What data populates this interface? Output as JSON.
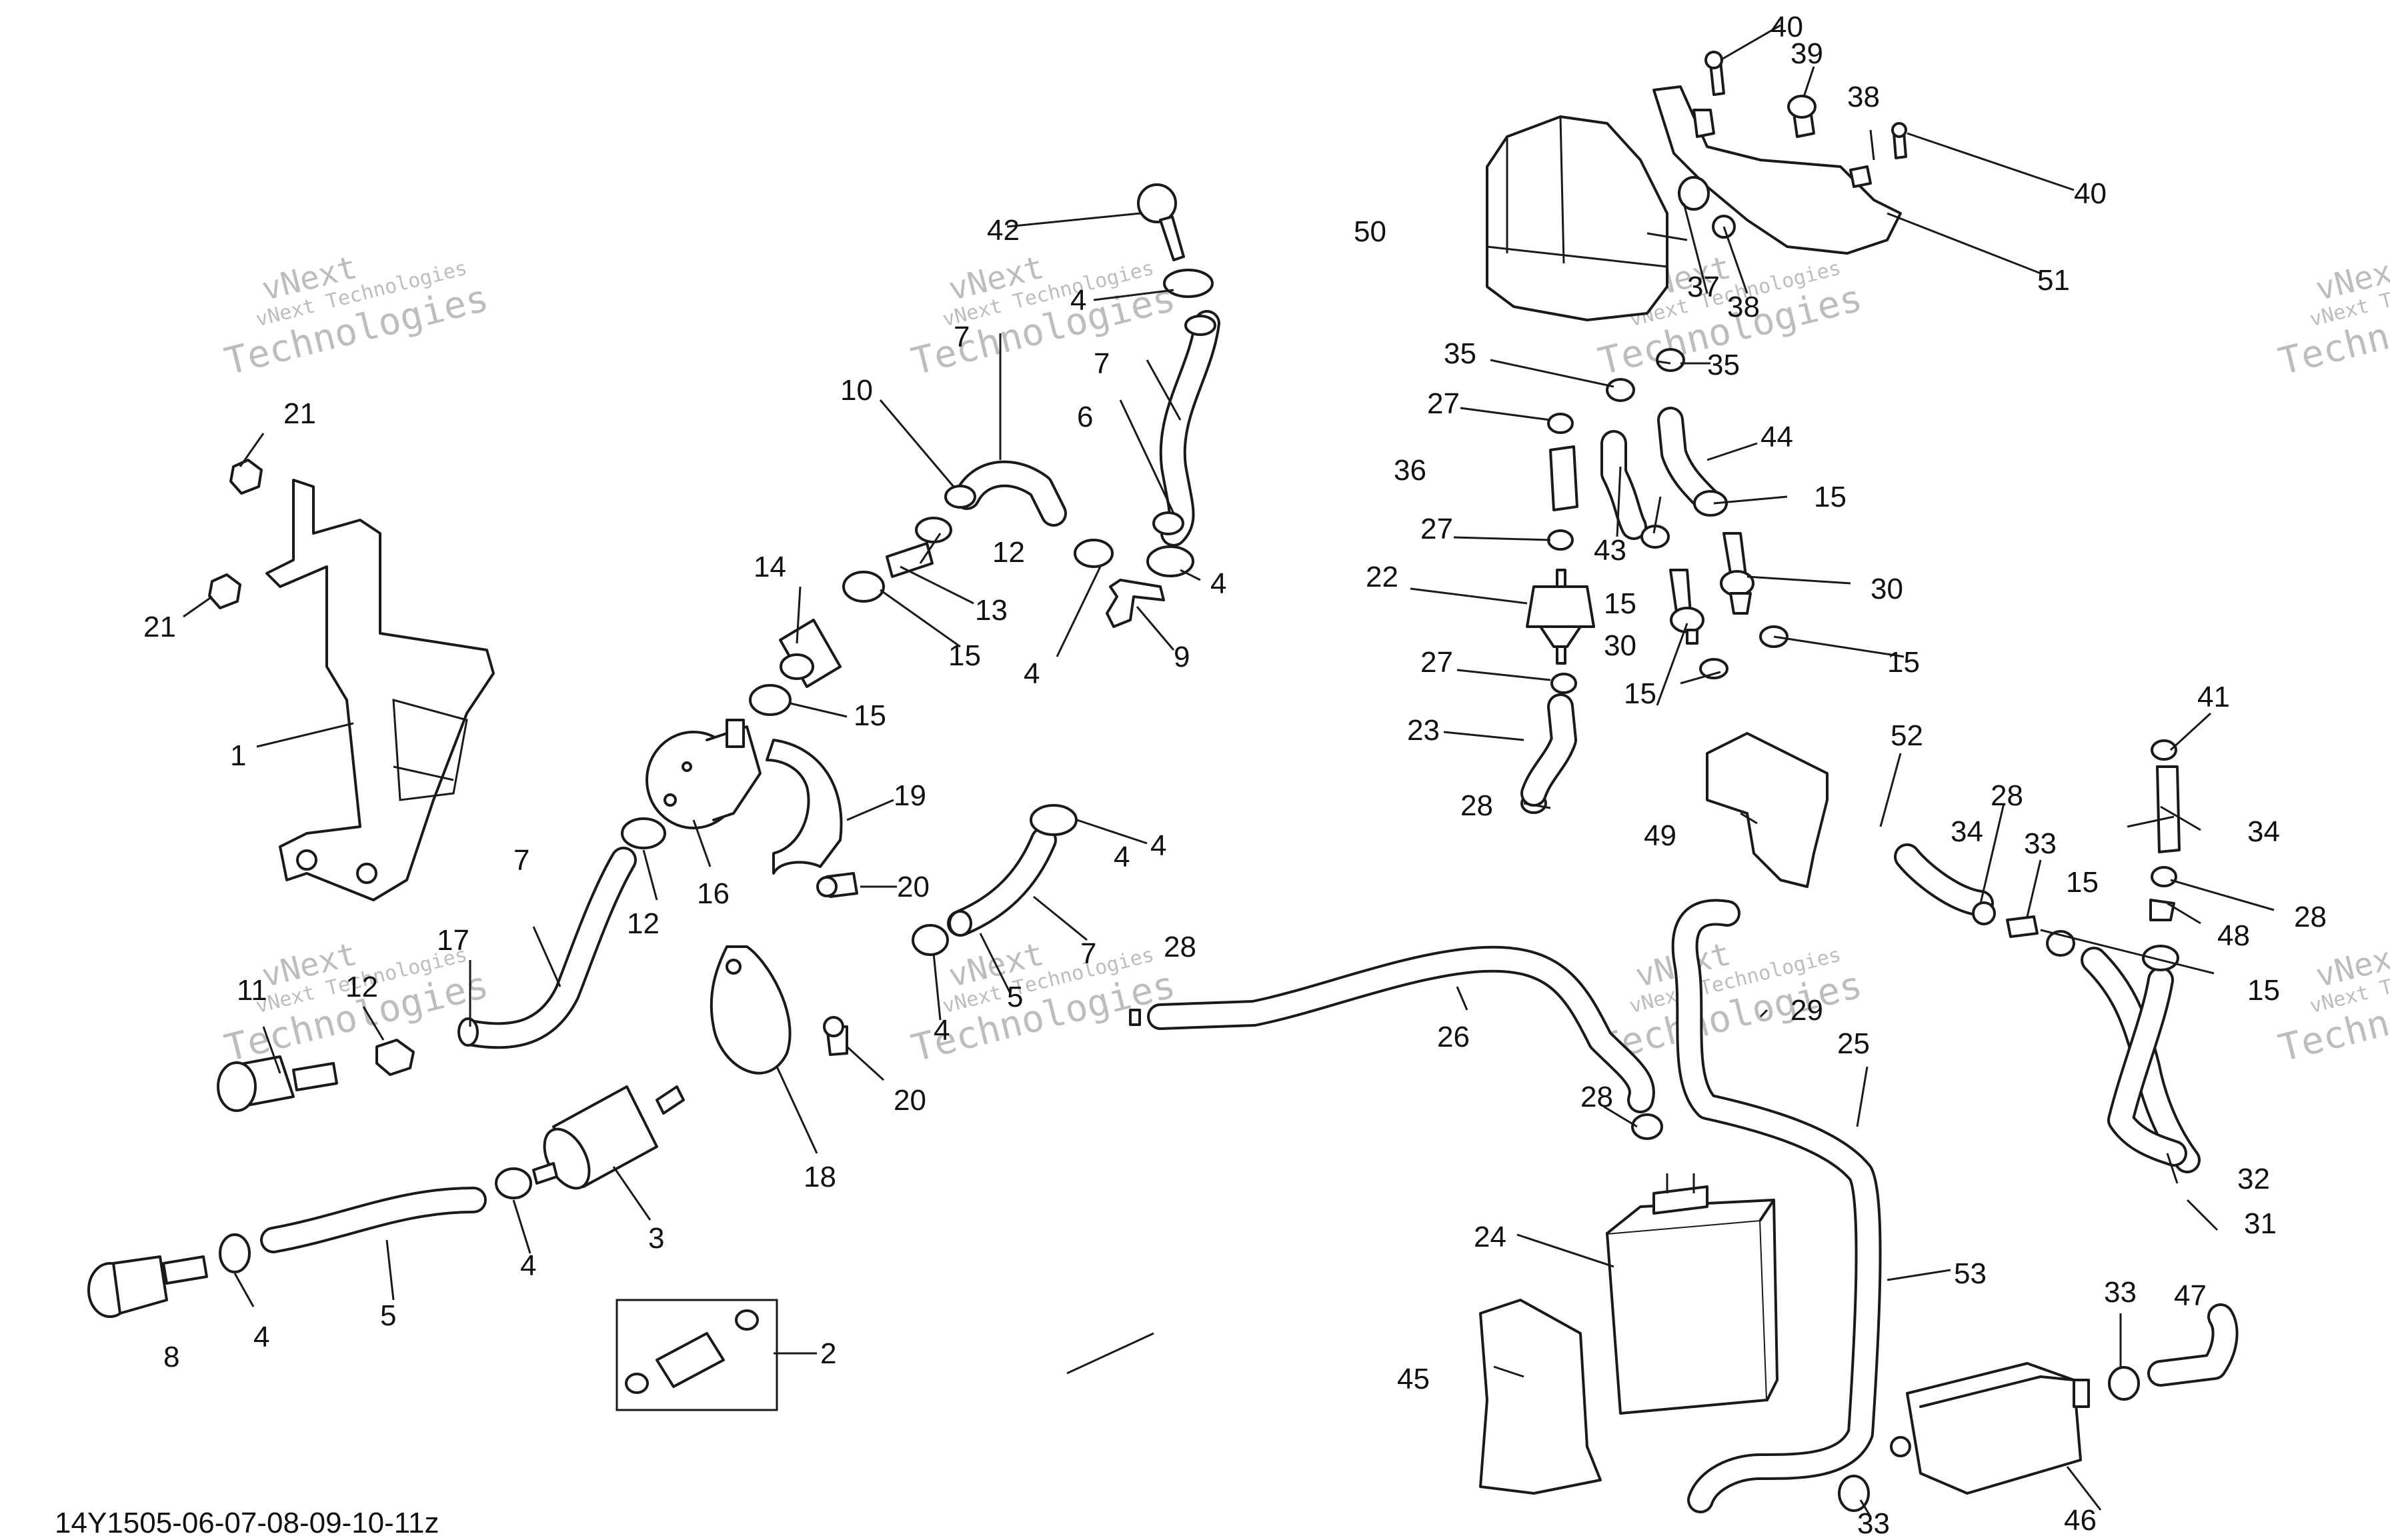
{
  "document": {
    "code": "14Y1505-06-07-08-09-10-11z"
  },
  "watermark": {
    "line1": "vNext",
    "line2": "vNext Technologies",
    "line3": "Technologies"
  },
  "callouts": [
    {
      "id": "c1",
      "text": "1"
    },
    {
      "id": "c2",
      "text": "2"
    },
    {
      "id": "c3",
      "text": "3"
    },
    {
      "id": "c4a",
      "text": "4"
    },
    {
      "id": "c4b",
      "text": "4"
    },
    {
      "id": "c4c",
      "text": "4"
    },
    {
      "id": "c4d",
      "text": "4"
    },
    {
      "id": "c4e",
      "text": "4"
    },
    {
      "id": "c4f",
      "text": "4"
    },
    {
      "id": "c4g",
      "text": "4"
    },
    {
      "id": "c4h",
      "text": "4"
    },
    {
      "id": "c5a",
      "text": "5"
    },
    {
      "id": "c5b",
      "text": "5"
    },
    {
      "id": "c6",
      "text": "6"
    },
    {
      "id": "c7a",
      "text": "7"
    },
    {
      "id": "c7b",
      "text": "7"
    },
    {
      "id": "c7c",
      "text": "7"
    },
    {
      "id": "c7d",
      "text": "7"
    },
    {
      "id": "c8",
      "text": "8"
    },
    {
      "id": "c9",
      "text": "9"
    },
    {
      "id": "c10",
      "text": "10"
    },
    {
      "id": "c11",
      "text": "11"
    },
    {
      "id": "c12a",
      "text": "12"
    },
    {
      "id": "c12b",
      "text": "12"
    },
    {
      "id": "c12c",
      "text": "12"
    },
    {
      "id": "c13",
      "text": "13"
    },
    {
      "id": "c14",
      "text": "14"
    },
    {
      "id": "c15a",
      "text": "15"
    },
    {
      "id": "c15b",
      "text": "15"
    },
    {
      "id": "c15c",
      "text": "15"
    },
    {
      "id": "c15d",
      "text": "15"
    },
    {
      "id": "c15e",
      "text": "15"
    },
    {
      "id": "c15f",
      "text": "15"
    },
    {
      "id": "c15g",
      "text": "15"
    },
    {
      "id": "c15h",
      "text": "15"
    },
    {
      "id": "c16",
      "text": "16"
    },
    {
      "id": "c17",
      "text": "17"
    },
    {
      "id": "c18",
      "text": "18"
    },
    {
      "id": "c19",
      "text": "19"
    },
    {
      "id": "c20a",
      "text": "20"
    },
    {
      "id": "c20b",
      "text": "20"
    },
    {
      "id": "c21a",
      "text": "21"
    },
    {
      "id": "c21b",
      "text": "21"
    },
    {
      "id": "c22",
      "text": "22"
    },
    {
      "id": "c23",
      "text": "23"
    },
    {
      "id": "c24",
      "text": "24"
    },
    {
      "id": "c25",
      "text": "25"
    },
    {
      "id": "c26",
      "text": "26"
    },
    {
      "id": "c27a",
      "text": "27"
    },
    {
      "id": "c27b",
      "text": "27"
    },
    {
      "id": "c27c",
      "text": "27"
    },
    {
      "id": "c28a",
      "text": "28"
    },
    {
      "id": "c28b",
      "text": "28"
    },
    {
      "id": "c28c",
      "text": "28"
    },
    {
      "id": "c28d",
      "text": "28"
    },
    {
      "id": "c28e",
      "text": "28"
    },
    {
      "id": "c29",
      "text": "29"
    },
    {
      "id": "c30a",
      "text": "30"
    },
    {
      "id": "c30b",
      "text": "30"
    },
    {
      "id": "c31",
      "text": "31"
    },
    {
      "id": "c32",
      "text": "32"
    },
    {
      "id": "c33a",
      "text": "33"
    },
    {
      "id": "c33b",
      "text": "33"
    },
    {
      "id": "c33c",
      "text": "33"
    },
    {
      "id": "c34a",
      "text": "34"
    },
    {
      "id": "c34b",
      "text": "34"
    },
    {
      "id": "c35a",
      "text": "35"
    },
    {
      "id": "c35b",
      "text": "35"
    },
    {
      "id": "c36",
      "text": "36"
    },
    {
      "id": "c37",
      "text": "37"
    },
    {
      "id": "c38a",
      "text": "38"
    },
    {
      "id": "c38b",
      "text": "38"
    },
    {
      "id": "c39",
      "text": "39"
    },
    {
      "id": "c40a",
      "text": "40"
    },
    {
      "id": "c40b",
      "text": "40"
    },
    {
      "id": "c41",
      "text": "41"
    },
    {
      "id": "c42",
      "text": "42"
    },
    {
      "id": "c43",
      "text": "43"
    },
    {
      "id": "c44",
      "text": "44"
    },
    {
      "id": "c45",
      "text": "45"
    },
    {
      "id": "c46",
      "text": "46"
    },
    {
      "id": "c47",
      "text": "47"
    },
    {
      "id": "c48",
      "text": "48"
    },
    {
      "id": "c49",
      "text": "49"
    },
    {
      "id": "c50",
      "text": "50"
    },
    {
      "id": "c51",
      "text": "51"
    },
    {
      "id": "c52",
      "text": "52"
    },
    {
      "id": "c53",
      "text": "53"
    }
  ]
}
